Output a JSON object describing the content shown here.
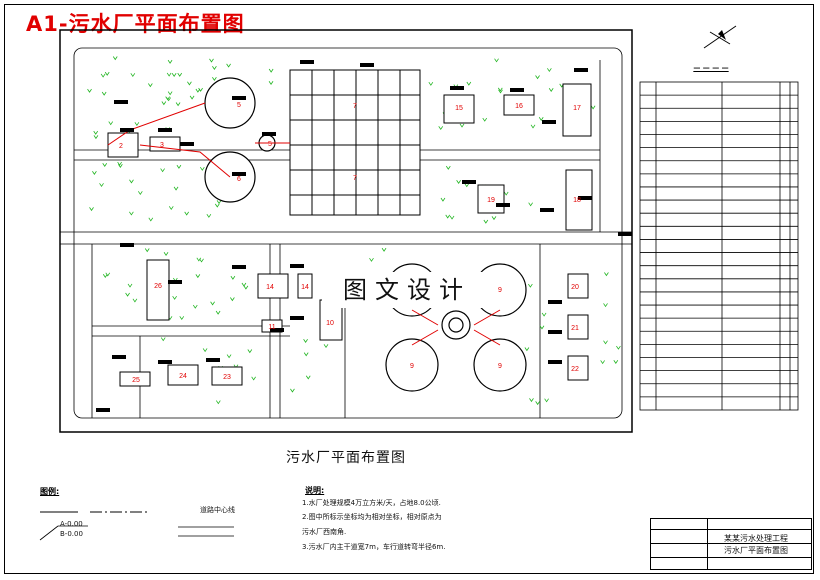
{
  "sheet_title": "A1-污水厂平面布置图",
  "plan_caption": "污水厂平面布置图",
  "watermark": "图文设计",
  "facility_numbers": [
    "2",
    "3",
    "5",
    "5",
    "6",
    "7",
    "7",
    "9",
    "9",
    "9",
    "9",
    "10",
    "11",
    "14",
    "15",
    "16",
    "17",
    "18",
    "19",
    "20",
    "21",
    "22",
    "23",
    "24",
    "25",
    "26"
  ],
  "legend": {
    "title": "图例:",
    "road_center_label": "道路中心线",
    "elevation_a": "A-0.00",
    "elevation_b": "B-0.00"
  },
  "notes": {
    "title": "说明:",
    "lines": [
      "1.水厂处理规模4万立方米/天，占地8.0公顷.",
      "2.图中所标示坐标均为相对坐标，相对原点为",
      "污水厂西南角.",
      "3.污水厂内主干道宽7m，车行道转弯半径6m."
    ]
  },
  "title_block": {
    "line1": "某某污水处理工程",
    "line2": "污水厂平面布置图"
  },
  "colors": {
    "structure_red": "#e10000",
    "grass_green": "#22b522",
    "line_black": "#000000"
  }
}
